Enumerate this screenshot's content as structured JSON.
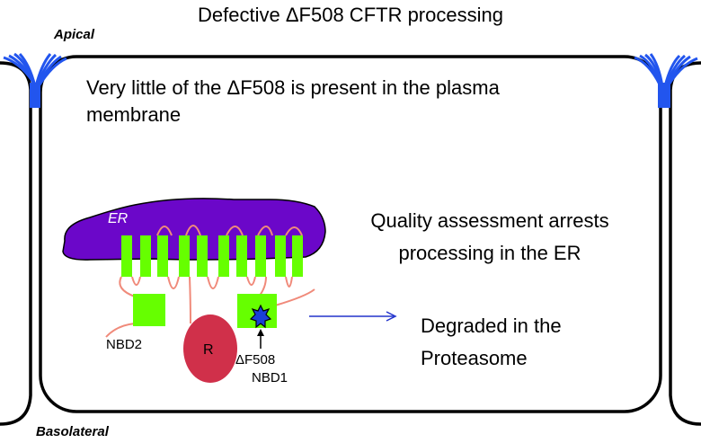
{
  "title": "Defective ΔF508 CFTR processing",
  "apical_label": "Apical",
  "basolateral_label": "Basolateral",
  "statement": "Very little of the ΔF508 is present in the plasma membrane",
  "er_label": "ER",
  "nbd2_label": "NBD2",
  "r_label": "R",
  "df508_label": "ΔF508",
  "nbd1_label": "NBD1",
  "quality_text": "Quality assessment arrests processing in the ER",
  "degraded_text": "Degraded in the Proteasome",
  "colors": {
    "er": "#6b07c9",
    "tm_segment": "#66ff00",
    "loop": "#f08a7a",
    "r_domain": "#d0304a",
    "mutation": "#1a3fd6",
    "tight_junction": "#2255ee",
    "arrow": "#2233cc"
  }
}
